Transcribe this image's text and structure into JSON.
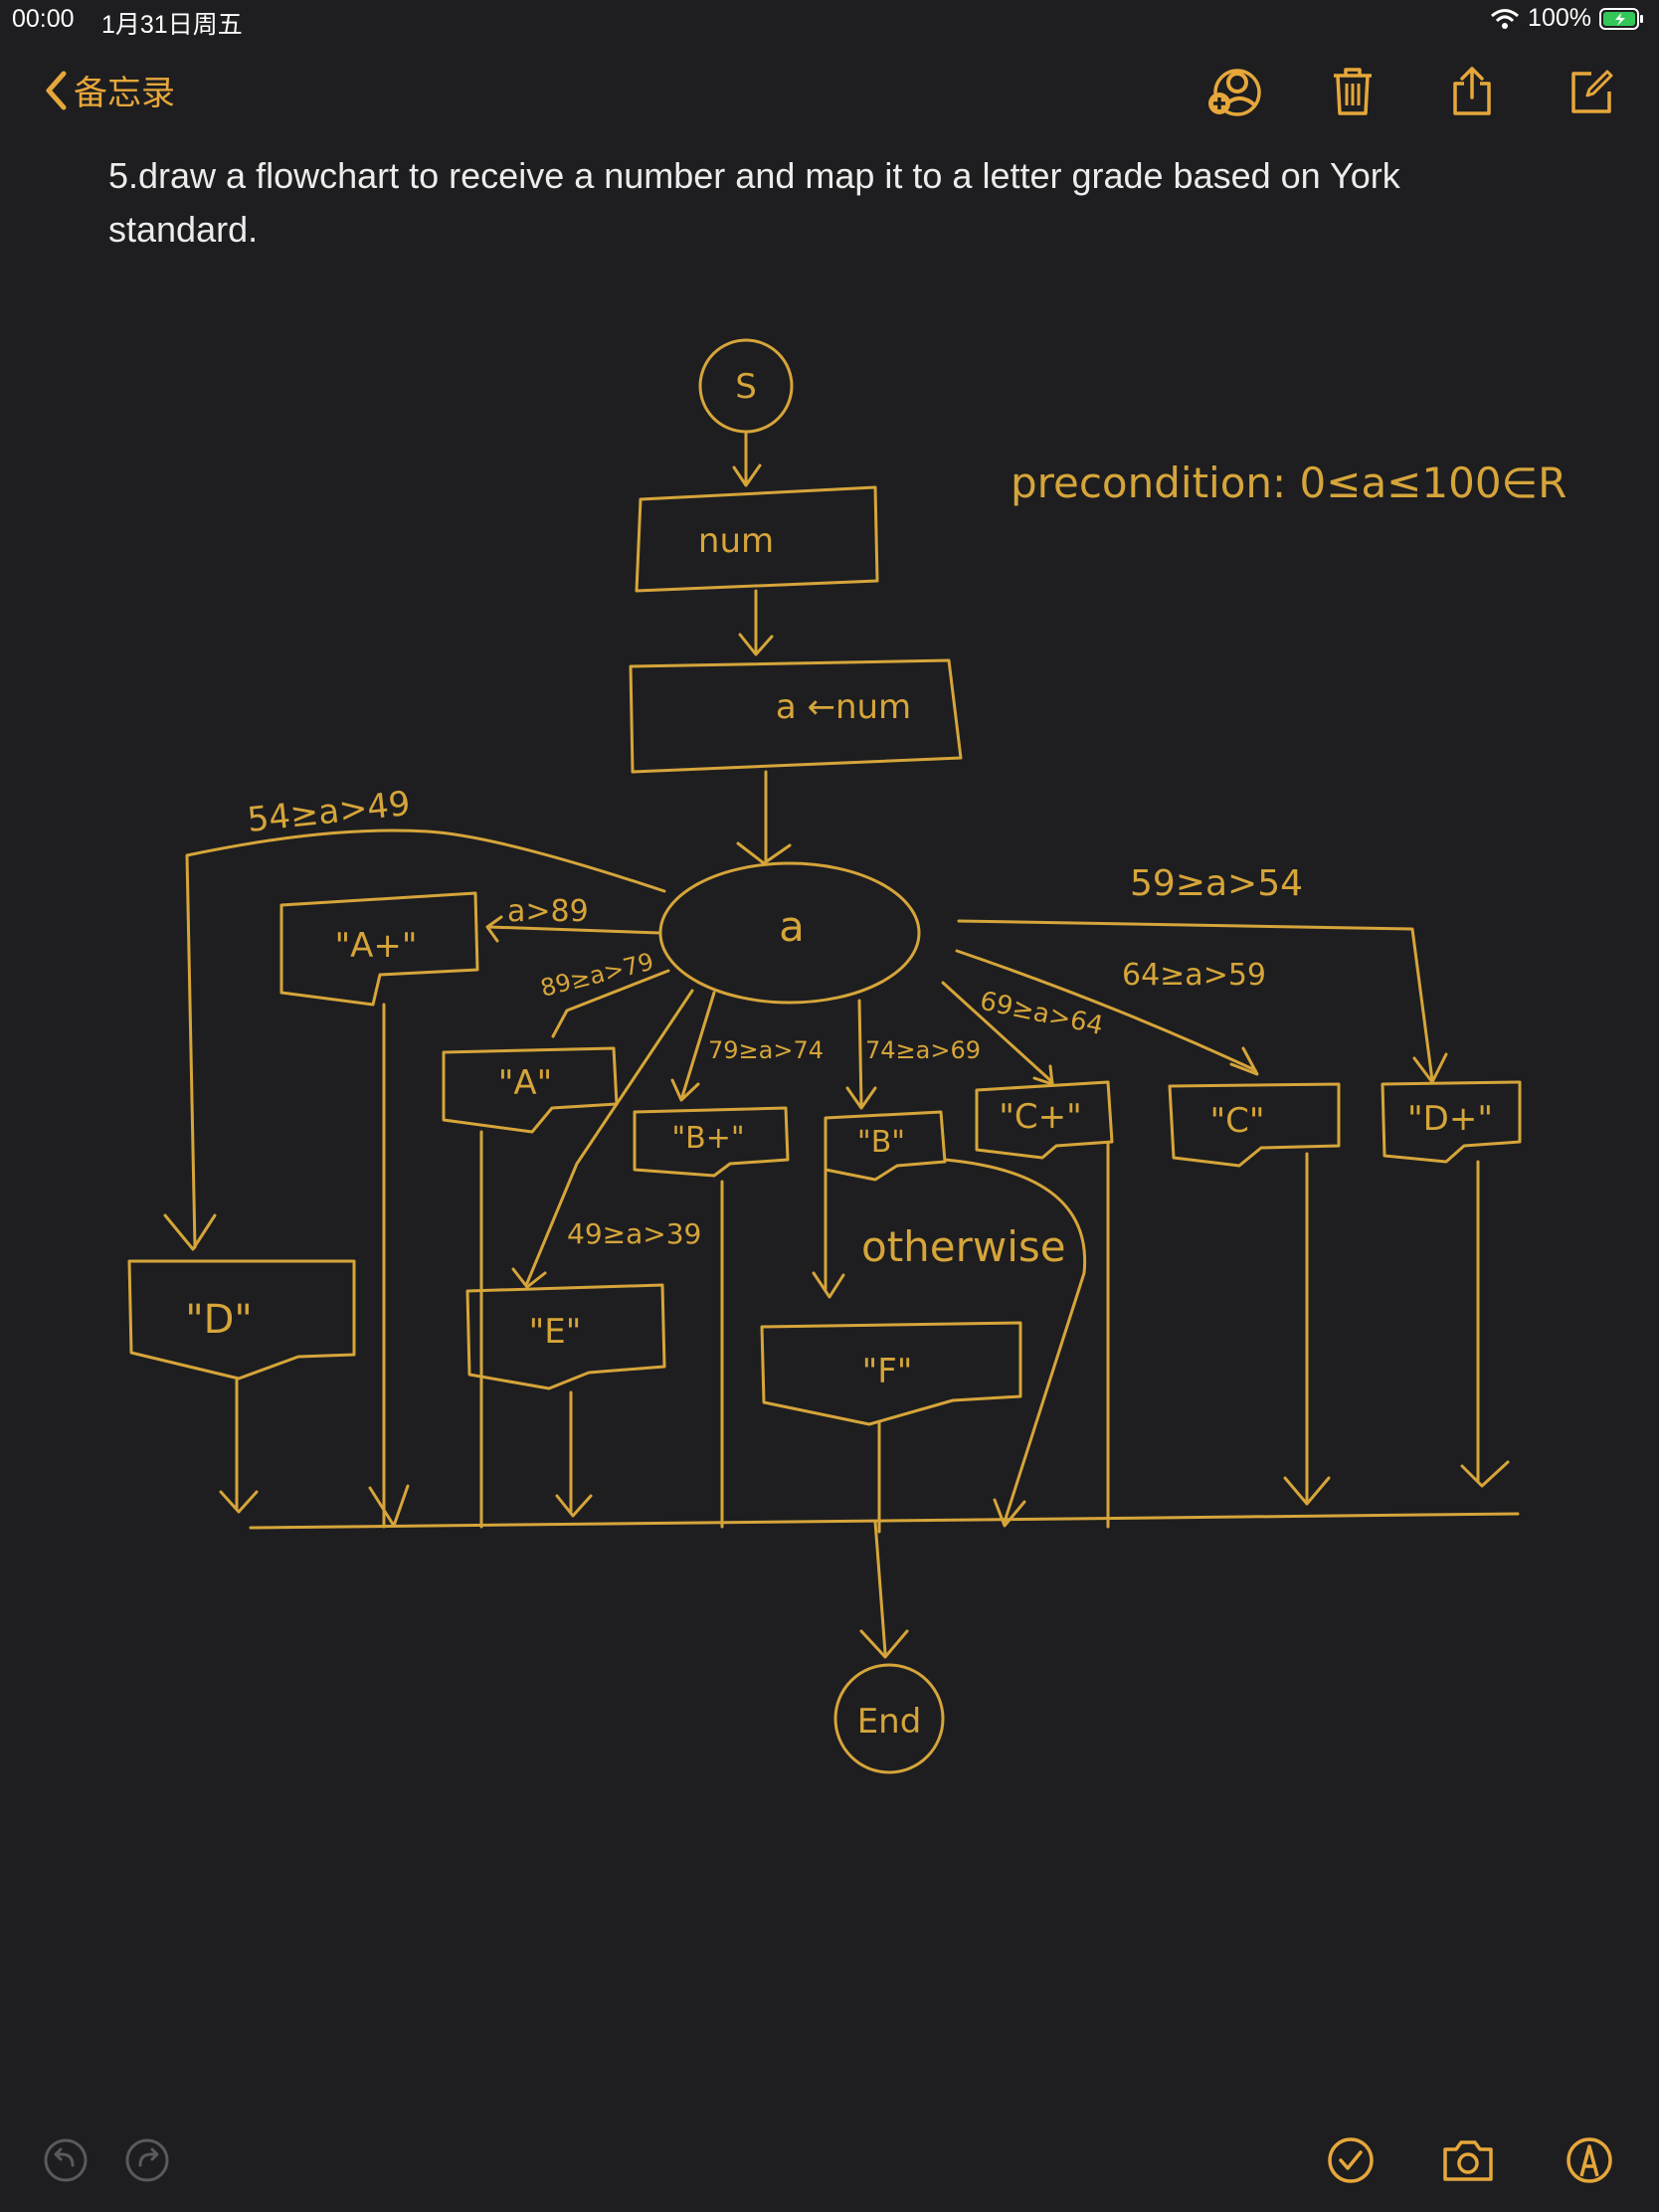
{
  "status_bar": {
    "time": "00:00",
    "date": "1月31日周五",
    "battery": "100%"
  },
  "nav": {
    "back_label": "备忘录"
  },
  "note": {
    "title": "5.draw a flowchart to receive a number and map it to a letter grade based on York standard.",
    "flowchart": {
      "start": "S",
      "input": "num",
      "assign": "a ←num",
      "decision": "a",
      "precondition": "precondition: 0≤a≤100∈R",
      "conditions": {
        "a_plus": "a>89",
        "a": "89≥a>79",
        "b_plus": "79≥a>74",
        "b": "74≥a>69",
        "c_plus": "69≥a>64",
        "c": "64≥a>59",
        "d_plus": "59≥a>54",
        "d": "54≥a>49",
        "e": "49≥a>39",
        "f": "otherwise"
      },
      "outputs": {
        "a_plus": "\"A+\"",
        "a": "\"A\"",
        "b_plus": "\"B+\"",
        "b": "\"B\"",
        "c_plus": "\"C+\"",
        "c": "\"C\"",
        "d_plus": "\"D+\"",
        "d": "\"D\"",
        "e": "\"E\"",
        "f": "\"F\""
      },
      "end": "End"
    }
  },
  "colors": {
    "accent": "#e6a73b",
    "ink": "#d6a53a",
    "background": "#1e1e20"
  },
  "icons": {
    "nav": [
      "add-person-icon",
      "trash-icon",
      "share-icon",
      "compose-icon"
    ],
    "bottom": [
      "undo-icon",
      "redo-icon",
      "checklist-icon",
      "camera-icon",
      "markup-icon"
    ]
  }
}
